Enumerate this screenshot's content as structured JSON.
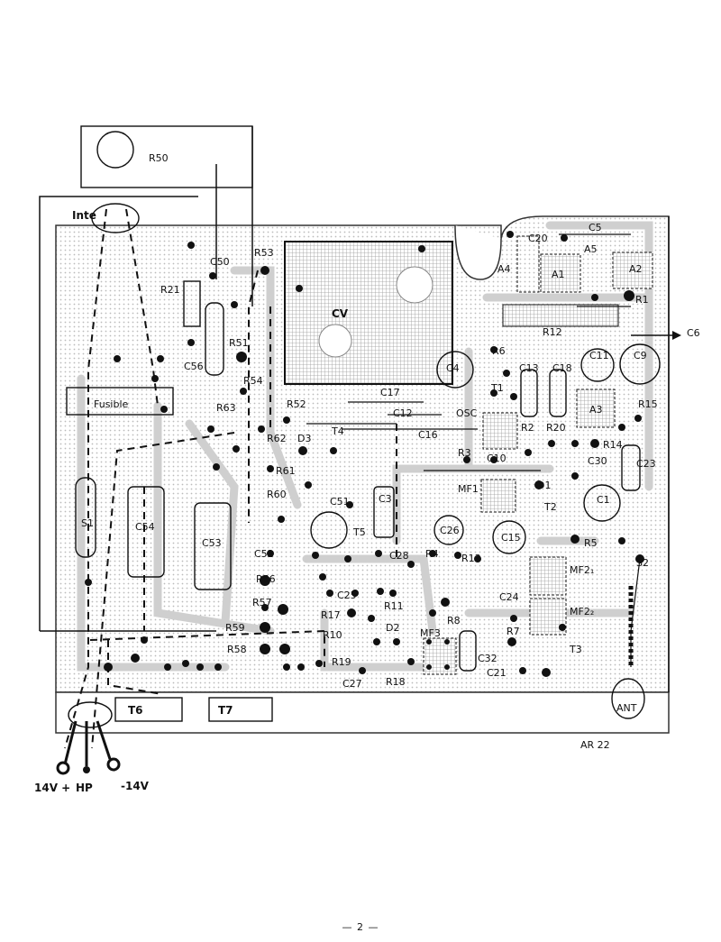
{
  "title": "AR 22",
  "page_number": "— 2 —",
  "external": {
    "pot_label": "R50",
    "switch_label": "Inte",
    "fuse_label": "Fusible",
    "output_label": "C6",
    "antenna_label": "ANT"
  },
  "connector": {
    "plus_label": "14V +",
    "hp_label": "HP",
    "minus_label": "-14V"
  },
  "transistors_out": [
    "T6",
    "T7"
  ],
  "components": {
    "cv": "CV",
    "c5": "C5",
    "c20": "C20",
    "a4": "A4",
    "a5": "A5",
    "a1": "A1",
    "a2": "A2",
    "r1": "R1",
    "r6": "R6",
    "r12": "R12",
    "c13": "C13",
    "c18": "C18",
    "c11": "C11",
    "c9": "C9",
    "c4": "C4",
    "r53": "R53",
    "c50": "C50",
    "r21": "R21",
    "c56": "C56",
    "r51": "R51",
    "r54": "R54",
    "c17": "C17",
    "c12": "C12",
    "osc": "OSC",
    "t1": "T1",
    "a3": "A3",
    "r15": "R15",
    "r52": "R52",
    "r63": "R63",
    "t4": "T4",
    "d3": "D3",
    "r62": "R62",
    "r61": "R61",
    "r60": "R60",
    "c16": "C16",
    "r3": "R3",
    "r2": "R2",
    "r20": "R20",
    "r14": "R14",
    "c23": "C23",
    "c30": "C30",
    "c10": "C10",
    "d1": "D1",
    "mf1": "MF1",
    "c1": "C1",
    "t2": "T2",
    "s1": "S1",
    "c54": "C54",
    "c53": "C53",
    "c51": "C51",
    "c3": "C3",
    "c26": "C26",
    "c15": "C15",
    "r5": "R5",
    "s2": "S2",
    "c52": "C52",
    "t5": "T5",
    "c28": "C28",
    "r4": "R4",
    "r13": "R13",
    "mf2_1": "MF2₁",
    "mf2_2": "MF2₂",
    "r56": "R56",
    "r57": "R57",
    "c25": "C25",
    "r11": "R11",
    "r17": "R17",
    "r8": "R8",
    "c24": "C24",
    "r59": "R59",
    "r10": "R10",
    "d2": "D2",
    "mf3": "MF3",
    "r7": "R7",
    "r58": "R58",
    "r19": "R19",
    "c32": "C32",
    "t3": "T3",
    "c27": "C27",
    "r18": "R18",
    "c21": "C21"
  }
}
